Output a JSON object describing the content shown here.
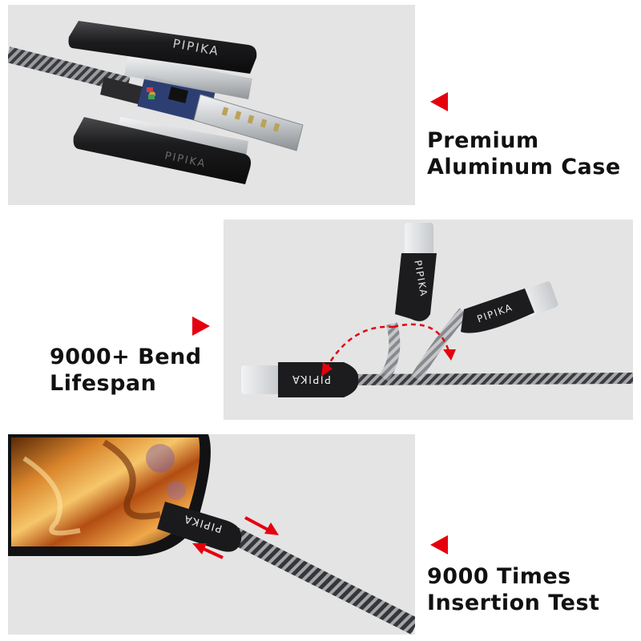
{
  "brand": "PIPIKA",
  "features": [
    {
      "line1": "Premium",
      "line2": "Aluminum Case"
    },
    {
      "line1": "9000+ Bend",
      "line2": "Lifespan"
    },
    {
      "line1": "9000 Times",
      "line2": "Insertion Test"
    }
  ],
  "colors": {
    "accent_red": "#e5000f",
    "panel_bg": "#e4e4e4",
    "connector_black": "#1c1c1e",
    "braid_dark": "#3a3b3f",
    "braid_light": "#9a9ca0",
    "metal": "#d6d8da"
  },
  "icons": {
    "pointer": "red-triangle-icon"
  }
}
